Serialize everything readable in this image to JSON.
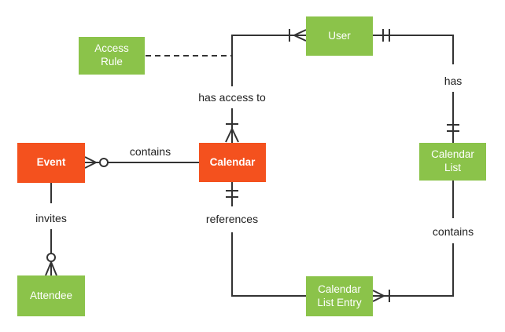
{
  "colors": {
    "entity_green": "#8BC34A",
    "entity_orange": "#F4511E",
    "line": "#333333",
    "label_text": "#1F1F1F",
    "box_text": "#FFFFFF",
    "background": "#FFFFFF"
  },
  "entities": [
    {
      "id": "access-rule",
      "label": "Access Rule",
      "color": "green"
    },
    {
      "id": "user",
      "label": "User",
      "color": "green"
    },
    {
      "id": "event",
      "label": "Event",
      "color": "orange"
    },
    {
      "id": "calendar",
      "label": "Calendar",
      "color": "orange"
    },
    {
      "id": "calendar-list",
      "label": "Calendar List",
      "color": "green"
    },
    {
      "id": "attendee",
      "label": "Attendee",
      "color": "green"
    },
    {
      "id": "calendar-list-entry",
      "label": "Calendar List Entry",
      "color": "green"
    }
  ],
  "relationships": [
    {
      "from": "User",
      "to": "Calendar",
      "label": "has access to",
      "from_marker": "one-or-many",
      "to_marker": "one-or-many",
      "style": "solid"
    },
    {
      "from": "User",
      "to": "Calendar List",
      "label": "has",
      "from_marker": "exactly-one",
      "to_marker": "exactly-one",
      "style": "solid"
    },
    {
      "from": "Calendar List",
      "to": "Calendar List Entry",
      "label": "contains",
      "from_marker": "none",
      "to_marker": "one-or-many",
      "style": "solid"
    },
    {
      "from": "Calendar",
      "to": "Calendar List Entry",
      "label": "references",
      "from_marker": "exactly-one",
      "to_marker": "none",
      "style": "solid"
    },
    {
      "from": "Event",
      "to": "Calendar",
      "label": "contains",
      "from_marker": "zero-or-many",
      "to_marker": "none",
      "style": "solid"
    },
    {
      "from": "Event",
      "to": "Attendee",
      "label": "invites",
      "from_marker": "none",
      "to_marker": "zero-or-many",
      "style": "solid"
    },
    {
      "from": "Access Rule",
      "to": "has access to",
      "label": "",
      "from_marker": "none",
      "to_marker": "none",
      "style": "dashed"
    }
  ]
}
